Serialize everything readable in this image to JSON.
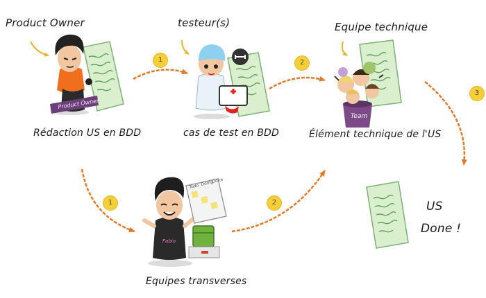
{
  "roles": {
    "product_owner": "Product Owner",
    "testers": "testeur(s)",
    "tech_team": "Equipe technique"
  },
  "captions": {
    "us_writing": "Rédaction US en BDD",
    "test_cases": "cas de test en BDD",
    "tech_element": "Élément technique de l'US",
    "cross_teams": "Equipes transverses",
    "us_done_line1": "US",
    "us_done_line2": "Done !"
  },
  "steps": {
    "po_to_testers": "1",
    "testers_to_tech": "2",
    "tech_to_done": "3",
    "po_to_cross": "1",
    "cross_to_tech": "2"
  },
  "badges_text": {
    "po_sash": "Product Owner",
    "team_bucket": "Team",
    "cross_shirt": "Fabio",
    "board_cells": [
      "Todo",
      "Doing",
      "Done"
    ]
  },
  "colors": {
    "arrow": "#e07a2a",
    "badge": "#f5cf3a",
    "doc": "#d9efce",
    "doc_line": "#5f9e57"
  }
}
